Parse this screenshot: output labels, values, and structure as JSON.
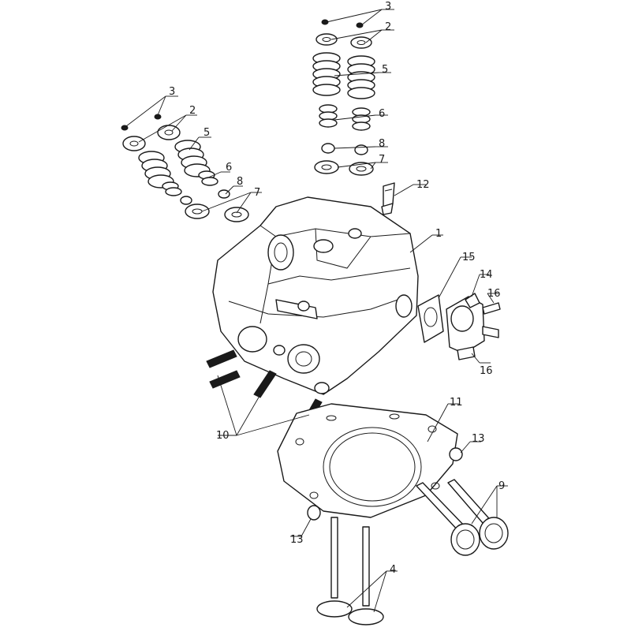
{
  "diagram": {
    "callouts": [
      {
        "id": "c3a",
        "label": "3"
      },
      {
        "id": "c2a",
        "label": "2"
      },
      {
        "id": "c5a",
        "label": "5"
      },
      {
        "id": "c6a",
        "label": "6"
      },
      {
        "id": "c8a",
        "label": "8"
      },
      {
        "id": "c7a",
        "label": "7"
      },
      {
        "id": "c3b",
        "label": "3"
      },
      {
        "id": "c2b",
        "label": "2"
      },
      {
        "id": "c5b",
        "label": "5"
      },
      {
        "id": "c6b",
        "label": "6"
      },
      {
        "id": "c8b",
        "label": "8"
      },
      {
        "id": "c7b",
        "label": "7"
      },
      {
        "id": "c12",
        "label": "12"
      },
      {
        "id": "c1",
        "label": "1"
      },
      {
        "id": "c15",
        "label": "15"
      },
      {
        "id": "c14",
        "label": "14"
      },
      {
        "id": "c16a",
        "label": "16"
      },
      {
        "id": "c16b",
        "label": "16"
      },
      {
        "id": "c11",
        "label": "11"
      },
      {
        "id": "c13a",
        "label": "13"
      },
      {
        "id": "c10",
        "label": "10"
      },
      {
        "id": "c9",
        "label": "9"
      },
      {
        "id": "c13b",
        "label": "13"
      },
      {
        "id": "c4",
        "label": "4"
      }
    ]
  }
}
